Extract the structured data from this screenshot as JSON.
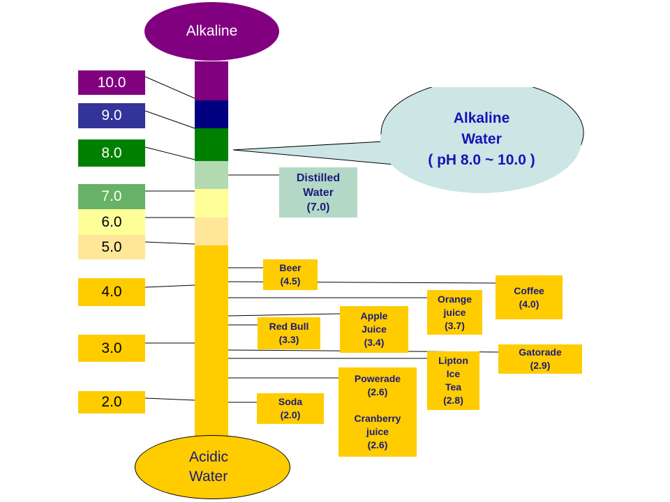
{
  "top_ellipse": {
    "label": "Alkaline"
  },
  "bottom_ellipse": {
    "label": "Acidic\nWater"
  },
  "callout": {
    "label": "Alkaline\nWater\n( pH 8.0 ~ 10.0 )"
  },
  "scale": [
    {
      "value": "10.0",
      "color": "#800080"
    },
    {
      "value": "9.0",
      "color": "#333399"
    },
    {
      "value": "8.0",
      "color": "#008000"
    },
    {
      "value": "7.0",
      "color": "#66b266"
    },
    {
      "value": "6.0",
      "color": "#ffff99"
    },
    {
      "value": "5.0",
      "color": "#ffe699"
    },
    {
      "value": "4.0",
      "color": "#ffcc00"
    },
    {
      "value": "3.0",
      "color": "#ffcc00"
    },
    {
      "value": "2.0",
      "color": "#ffcc00"
    }
  ],
  "column_colors": {
    "purple": "#800080",
    "navy": "#000080",
    "green": "#008000",
    "mint": "#b3d9b3",
    "light_yellow": "#ffff99",
    "peach": "#ffe699",
    "yellow": "#ffcc00"
  },
  "drinks": {
    "distilled": "Distilled\nWater\n(7.0)",
    "beer": "Beer\n(4.5)",
    "coffee": "Coffee\n(4.0)",
    "orange": "Orange\njuice\n(3.7)",
    "apple": "Apple\nJuice\n(3.4)",
    "redbull": "Red Bull\n(3.3)",
    "gatorade": "Gatorade\n(2.9)",
    "lipton": "Lipton\nIce\nTea\n(2.8)",
    "powerade": "Powerade\n(2.6)\n\nCranberry\njuice\n(2.6)",
    "soda": "Soda\n(2.0)"
  }
}
